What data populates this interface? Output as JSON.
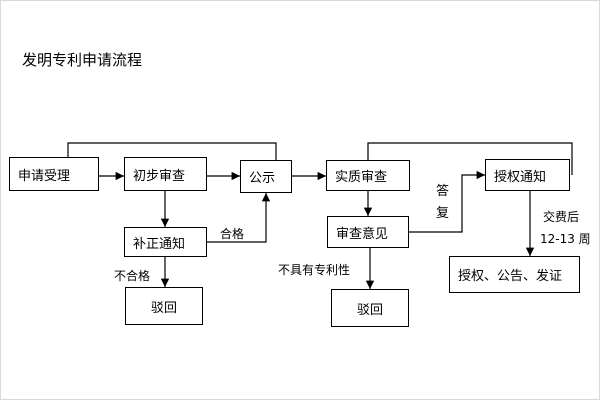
{
  "title": "发明专利申请流程",
  "nodes": {
    "apply": "申请受理",
    "prelim": "初步审查",
    "publish": "公示",
    "correction": "补正通知",
    "reject1": "驳回",
    "substantive": "实质审查",
    "opinion": "审查意见",
    "reject2": "驳回",
    "grant_notice": "授权通知",
    "grant_final": "授权、公告、发证"
  },
  "labels": {
    "qualified": "合格",
    "unqualified": "不合格",
    "not_patentable": "不具有专利性",
    "reply_1": "答",
    "reply_2": "复",
    "fee_1": "交费后",
    "fee_2": "12-13 周"
  }
}
